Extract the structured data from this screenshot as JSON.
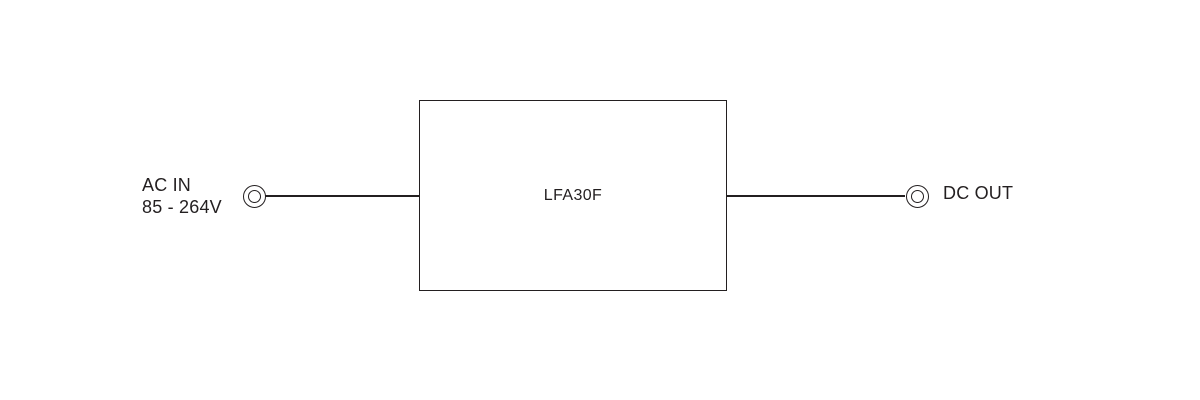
{
  "diagram": {
    "input": {
      "line1": "AC IN",
      "line2": "85 - 264V"
    },
    "block": {
      "label": "LFA30F"
    },
    "output": {
      "label": "DC OUT"
    },
    "icons": {
      "input_terminal": "double-circle-connector",
      "output_terminal": "double-circle-connector"
    },
    "colors": {
      "ink": "#231f20",
      "background": "#ffffff"
    }
  }
}
